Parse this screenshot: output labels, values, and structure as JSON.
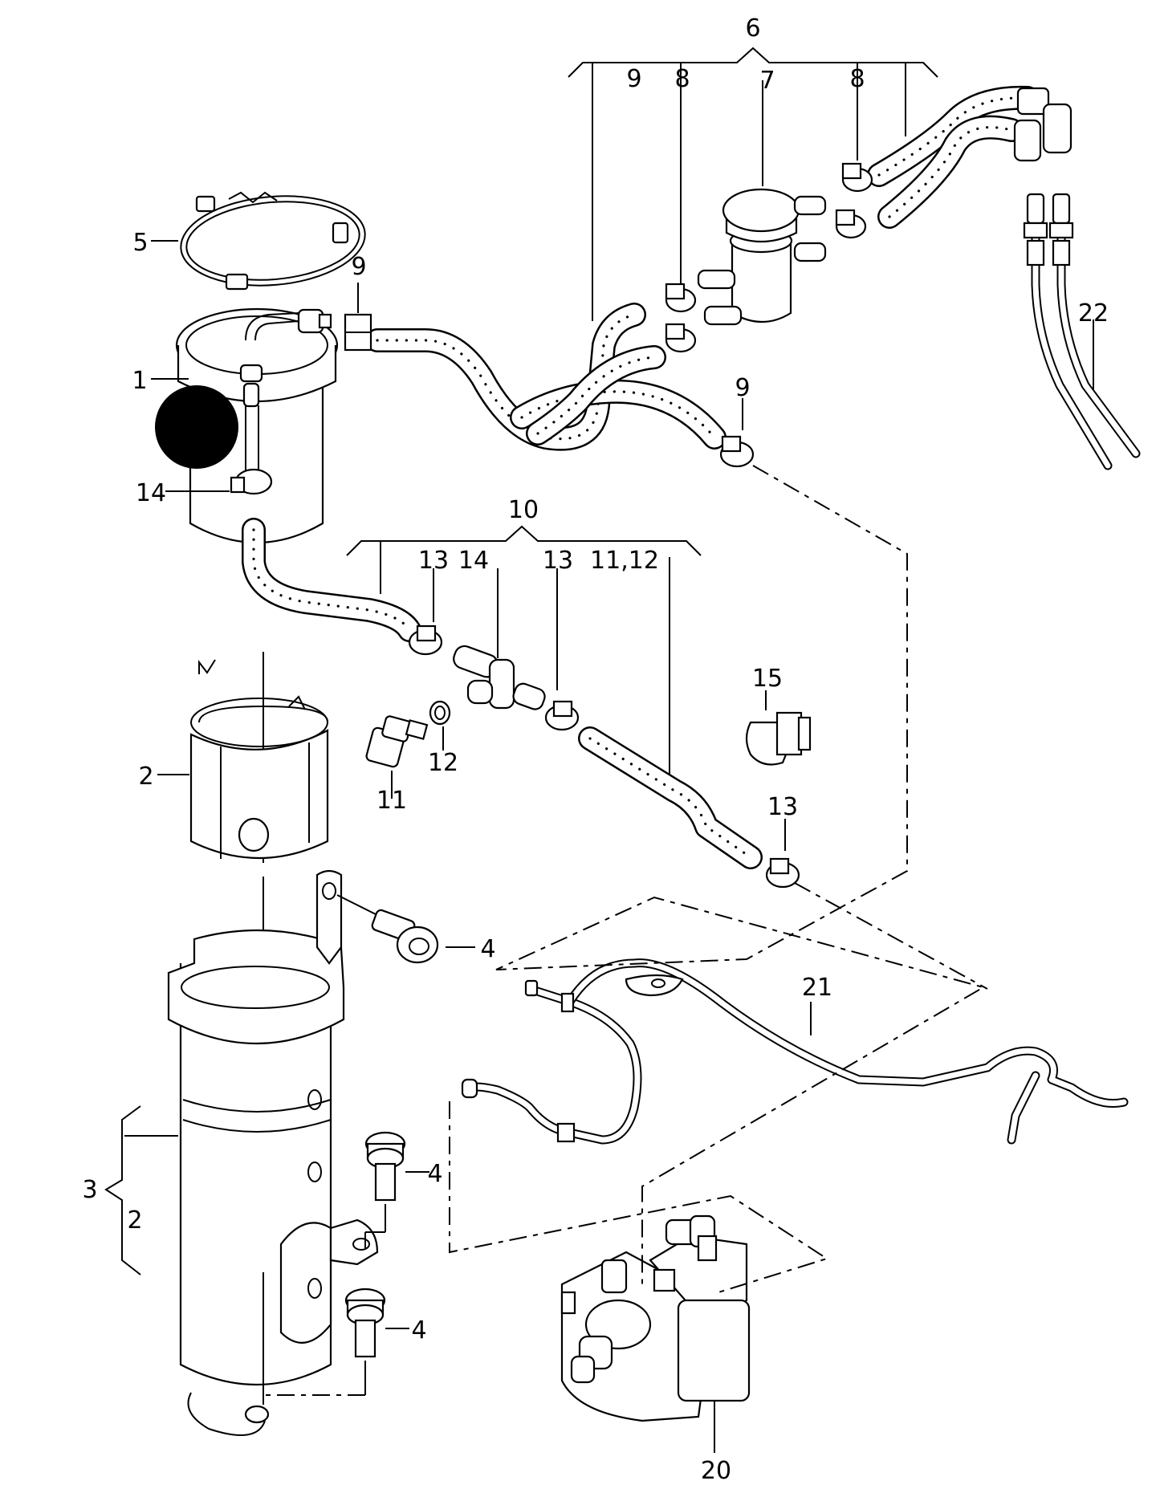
{
  "labels": {
    "l1": "1",
    "l2a": "2",
    "l2b": "2",
    "l3": "3",
    "l4a": "4",
    "l4b": "4",
    "l4c": "4",
    "l5": "5",
    "l6": "6",
    "l7": "7",
    "l8a": "8",
    "l8b": "8",
    "l9a": "9",
    "l9b": "9",
    "l9c": "9",
    "l10": "10",
    "l11": "11",
    "l1112": "11,12",
    "l12": "12",
    "l13a": "13",
    "l13b": "13",
    "l13c": "13",
    "l14a": "14",
    "l14b": "14",
    "l15": "15",
    "l20": "20",
    "l21": "21",
    "l22": "22"
  },
  "colors": {
    "ink": "#000000",
    "paper": "#ffffff"
  }
}
